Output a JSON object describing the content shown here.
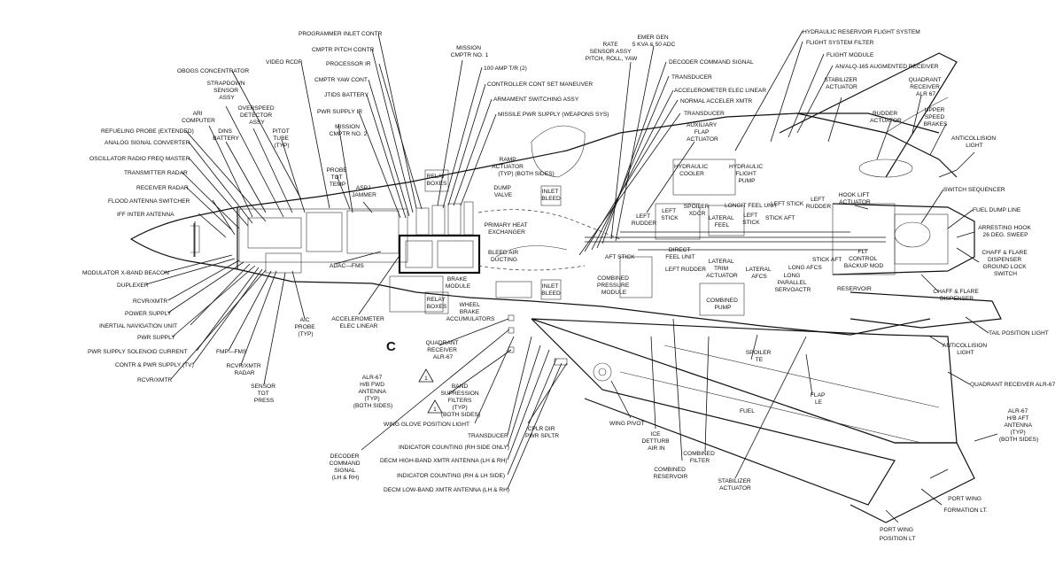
{
  "labels": {
    "programmer_inlet_contr": "PROGRAMMER INLET CONTR",
    "cmptr_pitch_contr": "CMPTR PITCH CONTR",
    "video_rcdr": "VIDEO RCDR",
    "processor_ir": "PROCESSOR IR",
    "obogs": "OBOGS CONCENTRATOR",
    "cmptr_yaw_cont": "CMPTR YAW CONT",
    "strapdown": [
      "STRAPDOWN",
      "SENSOR",
      "ASSY"
    ],
    "jtids": "JTIDS BATTERY",
    "overspeed": [
      "OVERSPEED",
      "DETECTOR",
      "ASSY"
    ],
    "ari_computer": [
      "ARI",
      "COMPUTER"
    ],
    "pwr_supply_ir": "PWR SUPPLY IR",
    "pitot_tube": [
      "PITOT",
      "TUBE",
      "(TYP)"
    ],
    "dins_battery": [
      "DINS",
      "BATTERY"
    ],
    "refueling_probe": "REFUELING PROBE (EXTENDED)",
    "mission_cmptr_2": [
      "MISSION",
      "CMPTR NO. 2"
    ],
    "analog_signal": "ANALOG SIGNAL CONVERTER",
    "osc_radio": "OSCILLATOR RADIO FREQ MASTER",
    "probe_tot_temp": [
      "PROBE",
      "TOT",
      "TEMP"
    ],
    "transmitter_radar": "TRANSMITTER RADAR",
    "aspj": [
      "ASPJ",
      "JAMMER"
    ],
    "receiver_radar": "RECEIVER RADAR",
    "flood_antenna": "FLOOD ANTENNA SWITCHER",
    "iff_inter": "IFF INTER ANTENNA",
    "modulator": "MODULATOR X-BAND BEACON",
    "duplexer": "DUPLEXER",
    "rcvr_xmtr": "RCVR/XMTR",
    "power_supply": "POWER SUPPLY",
    "inu": "INERTIAL NAVIGATION UNIT",
    "pwr_supply": "PWR SUPPLY",
    "pwr_supply_solenoid": "PWR SUPPLY  SOLENOID CURRENT",
    "contr_pwr_supply": "CONTR & PWR SUPPLY (TV)",
    "rcvr_xmtr_2": "RCVR/XMTR",
    "fmp_fms": "FMP—FMS",
    "rcvr_xmtr_radar": [
      "RCVR/XMTR",
      "RADAR"
    ],
    "sensor_tot_press": [
      "SENSOR",
      "TOT",
      "PRESS"
    ],
    "aic_probe": [
      "AIC",
      "PROBE",
      "(TYP)"
    ],
    "adac_fms": "ADAC—FMS",
    "accel_elec_linear": [
      "ACCELEROMETER",
      "ELEC LINEAR"
    ],
    "callout_c": "C",
    "alr67_fwd": [
      "ALR-67",
      "H/B FWD",
      "ANTENNA",
      "(TYP)",
      "(BOTH SIDES)"
    ],
    "note_1": "1",
    "decoder_cmd_signal_lh": [
      "DECODER",
      "COMMAND",
      "SIGNAL",
      "(LH & RH)"
    ],
    "mission_cmptr_1": [
      "MISSION",
      "CMPTR NO. 1"
    ],
    "amp_100": "100 AMP T/R (2)",
    "controller_cont": "CONTROLLER CONT SET MANEUVER",
    "armament_switching": "ARMAMENT SWITCHING ASSY",
    "missile_pwr": "MISSILE PWR SUPPLY (WEAPONS SYS)",
    "relay_boxes": [
      "RELAY",
      "BOXES"
    ],
    "ramp_actuator": [
      "RAMP",
      "ACTUATOR",
      "(TYP) (BOTH SIDES)"
    ],
    "dump_valve": [
      "DUMP",
      "VALVE"
    ],
    "inlet_bleed": [
      "INLET",
      "BLEED"
    ],
    "primary_heat": [
      "PRIMARY HEAT",
      "EXCHANGER"
    ],
    "bleed_air": [
      "BLEED AIR",
      "DUCTING"
    ],
    "brake_module": [
      "BRAKE",
      "MODULE"
    ],
    "wheel_brake": [
      "WHEEL",
      "BRAKE",
      "ACCUMULATORS"
    ],
    "inlet_bleed_2": [
      "INLET",
      "BLEED"
    ],
    "relay_boxes_2": [
      "RELAY",
      "BOXES"
    ],
    "quadrant_receiver_fwd": [
      "QUADRANT",
      "RECEIVER",
      "ALR-67"
    ],
    "band_suppression": [
      "BAND",
      "SUPRESSION",
      "FILTERS",
      "(TYP)",
      "(BOTH SIDES)"
    ],
    "wing_glove": "WING GLOVE POSITION LIGHT",
    "transducer_bottom": "TRANSDUCER",
    "indicator_counting_rh": "INDICATOR COUNTING (RH SIDE ONLY)",
    "decm_high_band": "DECM HIGH-BAND XMTR ANTENNA (LH & RH)",
    "indicator_counting_lh": "INDICATOR COUNTING (RH & LH SIDE)",
    "decm_low_band": "DECM LOW-BAND XMTR ANTENNA (LH & RH)",
    "cplr_dir": [
      "CPLR DIR",
      "PWR SPLTR"
    ],
    "rate_sensor": [
      "RATE",
      "SENSOR ASSY",
      "PITCH, ROLL, YAW"
    ],
    "emer_gen": [
      "EMER GEN",
      "5 KVA & 50 ADC"
    ],
    "decoder_cmd": "DECODER COMMAND SIGNAL",
    "transducer_1": "TRANSDUCER",
    "accel_elec_linear_2": "ACCELEROMETER ELEC LINEAR",
    "normal_accel": "NORMAL ACCELER XMTR",
    "transducer_2": "TRANSDUCER",
    "aux_flap": [
      "AUXILIARY",
      "FLAP",
      "ACTUATOR"
    ],
    "hydraulic_cooler": [
      "HYDRAULIC",
      "COOLER"
    ],
    "hydraulic_flight_pump": [
      "HYDRAULIC",
      "FLIGHT",
      "PUMP"
    ],
    "aft_stick": "AFT STICK",
    "combined_pressure": [
      "COMBINED",
      "PRESSURE",
      "MODULE"
    ],
    "left_rudder_1": [
      "LEFT",
      "RUDDER"
    ],
    "left_stick_1": [
      "LEFT",
      "STICK"
    ],
    "spoiler_xdcr": [
      "SPOILER",
      "XDCR"
    ],
    "lateral_feel": [
      "LATERAL",
      "FEEL"
    ],
    "left_stick_2": [
      "LEFT",
      "STICK"
    ],
    "longit_feel": "LONGIT FEEL UNIT",
    "left_stick_3": "LEFT STICK",
    "left_rudder_2": [
      "LEFT",
      "RUDDER"
    ],
    "stick_aft_1": "STICK AFT",
    "direct_feel": [
      "DIRECT",
      "FEEL UNIT"
    ],
    "left_rudder_3": "LEFT RUDDER",
    "lateral_trim": [
      "LATERAL",
      "TRIM",
      "ACTUATOR"
    ],
    "lateral_afcs": [
      "LATERAL",
      "AFCS"
    ],
    "long_afcs": "LONG AFCS",
    "stick_aft_2": "STICK AFT",
    "long_parallel": [
      "LONG",
      "PARALLEL",
      "SERVOACTR"
    ],
    "combined_pump": [
      "COMBINED",
      "PUMP"
    ],
    "flt_control": [
      "FLT",
      "CONTROL",
      "BACKUP MOD"
    ],
    "reservoir": "RESERVOIR",
    "hydraulic_reservoir": "HYDRAULIC RESERVOIR FLIGHT SYSTEM",
    "flight_filter": "FLIGHT SYSTEM FILTER",
    "flight_module": "FLIGHT MODULE",
    "alq165": "AN/ALQ-165 AUGMENTED RECEIVER",
    "stabilizer_act_top": [
      "STABILIZER",
      "ACTUATOR"
    ],
    "quadrant_receiver_top": [
      "QUADRANT",
      "RECEIVER",
      "ALR 67"
    ],
    "rudder_actuator": [
      "RUDDER",
      "ACTUATOR"
    ],
    "upper_speed_brakes": [
      "UPPER",
      "SPEED",
      "BRAKES"
    ],
    "anticollision_top": [
      "ANTICOLLISION",
      "LIGHT"
    ],
    "hook_lift": [
      "HOOK LIFT",
      "ACTUATOR"
    ],
    "switch_sequencer": "SWITCH SEQUENCER",
    "fuel_dump": "FUEL DUMP LINE",
    "arresting_hook": [
      "ARRESTING HOOK",
      "26 DEG. SWEEP"
    ],
    "chaff_ground": [
      "CHAFF & FLARE",
      "DISPENSER",
      "GROUND LOCK",
      "SWITCH"
    ],
    "chaff_dispenser": [
      "CHAFF & FLARE",
      "DISPENSER"
    ],
    "tail_position": "TAIL POSITION LIGHT",
    "anticollision_bottom": [
      "ANTICOLLISION",
      "LIGHT"
    ],
    "quadrant_receiver_aft": "QUADRANT RECEIVER ALR-67",
    "alr67_aft": [
      "ALR-67",
      "H/B AFT",
      "ANTENNA",
      "(TYP)",
      "(BOTH SIDES)"
    ],
    "port_wing_formation": [
      "PORT WING",
      "FORMATION LT."
    ],
    "port_wing_position": [
      "PORT WING",
      "POSITION LT"
    ],
    "spoiler_te": [
      "SPOILER",
      "TE"
    ],
    "flap_le": [
      "FLAP",
      "LE"
    ],
    "fuel": "FUEL",
    "stabilizer_act_bottom": [
      "STABILIZER",
      "ACTUATOR"
    ],
    "combined_filter": [
      "COMBINED",
      "FILTER"
    ],
    "combined_reservoir": [
      "COMBINED",
      "RESERVOIR"
    ],
    "ice_detector": [
      "ICE",
      "DETTURB",
      "AIR IN"
    ],
    "wing_pivot": "WING PIVOT"
  }
}
